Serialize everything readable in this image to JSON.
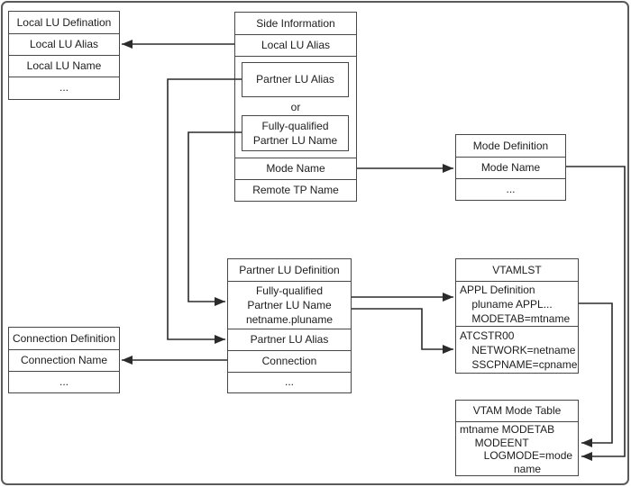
{
  "boxes": {
    "local_lu_definition": {
      "title": "Local LU Defination",
      "rows": [
        "Local LU Alias",
        "Local LU Name",
        "..."
      ]
    },
    "side_information": {
      "title": "Side Information",
      "local_lu_alias": "Local LU Alias",
      "partner_lu_alias": "Partner LU Alias",
      "or_label": "or",
      "fully_qualified_partner_lu_name": "Fully-qualified\nPartner LU Name",
      "mode_name": "Mode Name",
      "remote_tp_name": "Remote TP Name"
    },
    "mode_definition": {
      "title": "Mode Definition",
      "rows": [
        "Mode Name",
        "..."
      ]
    },
    "partner_lu_definition": {
      "title": "Partner LU Definition",
      "fully_qualified_partner_lu_name": "Fully-qualified\nPartner LU Name\nnetname.pluname",
      "partner_lu_alias": "Partner LU Alias",
      "connection": "Connection",
      "more": "..."
    },
    "vtamlst": {
      "title": "VTAMLST",
      "appl_definition": "APPL Definition\n    pluname APPL...\n    MODETAB=mtname",
      "atcstr00": "ATCSTR00\n    NETWORK=netname\n    SSCPNAME=cpname"
    },
    "connection_definition": {
      "title": "Connection Definition",
      "rows": [
        "Connection Name",
        "..."
      ]
    },
    "vtam_mode_table": {
      "title": "VTAM Mode Table",
      "content": "mtname MODETAB\n     MODEENT\n        LOGMODE=mode\n                  name"
    }
  },
  "palette": {
    "box_border": "#474747",
    "connector_line": "#2b2b2b",
    "text": "#1c1c1c",
    "background": "#ffffff"
  }
}
